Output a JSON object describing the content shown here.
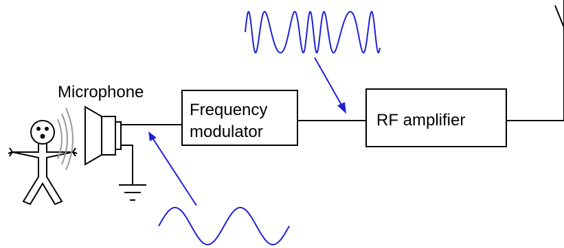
{
  "labels": {
    "microphone": "Microphone",
    "freq_mod_line1": "Frequency",
    "freq_mod_line2": "modulator",
    "rf_amp": "RF amplifier"
  },
  "colors": {
    "signal": "#1f1fd6",
    "wire": "#000000",
    "sound_waves": "#999999"
  },
  "icons": {
    "person": "person-figure-icon",
    "microphone": "microphone-icon",
    "ground": "ground-symbol-icon",
    "antenna": "antenna-icon"
  }
}
